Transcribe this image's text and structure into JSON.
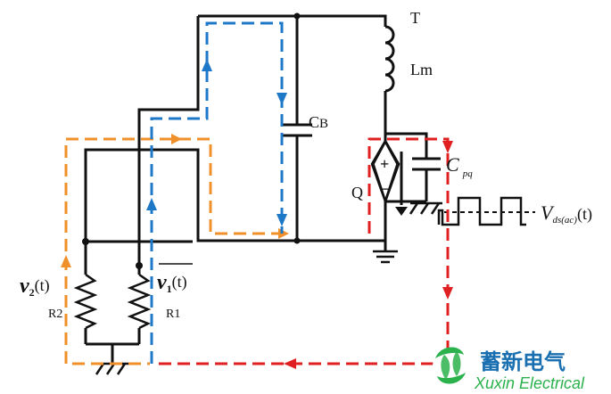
{
  "labels": {
    "transformer": "T",
    "inductor": "Lm",
    "capacitor_main": "C",
    "capacitor_main_sub": "B",
    "capacitor_par": "C",
    "capacitor_par_sub": "pq",
    "switch": "Q",
    "vds_main": "V",
    "vds_sub": "ds(ac)",
    "vds_arg": "(t)",
    "v2_main": "v",
    "v2_sub": "2",
    "v2_arg": "(t)",
    "v1_main": "v",
    "v1_sub": "1",
    "v1_arg": "(t)",
    "r2": "R2",
    "r1": "R1",
    "diode_plus": "+",
    "diode_minus": "−"
  },
  "brand": {
    "name_cn": "蓄新电气",
    "name_en": "Xuxin Electrical"
  },
  "colors": {
    "wire": "#111111",
    "orange_loop": "#f0902a",
    "blue_loop": "#1e78c8",
    "red_loop": "#e02020",
    "brand_blue": "#1a6fb0",
    "brand_green": "#2bb24c"
  }
}
